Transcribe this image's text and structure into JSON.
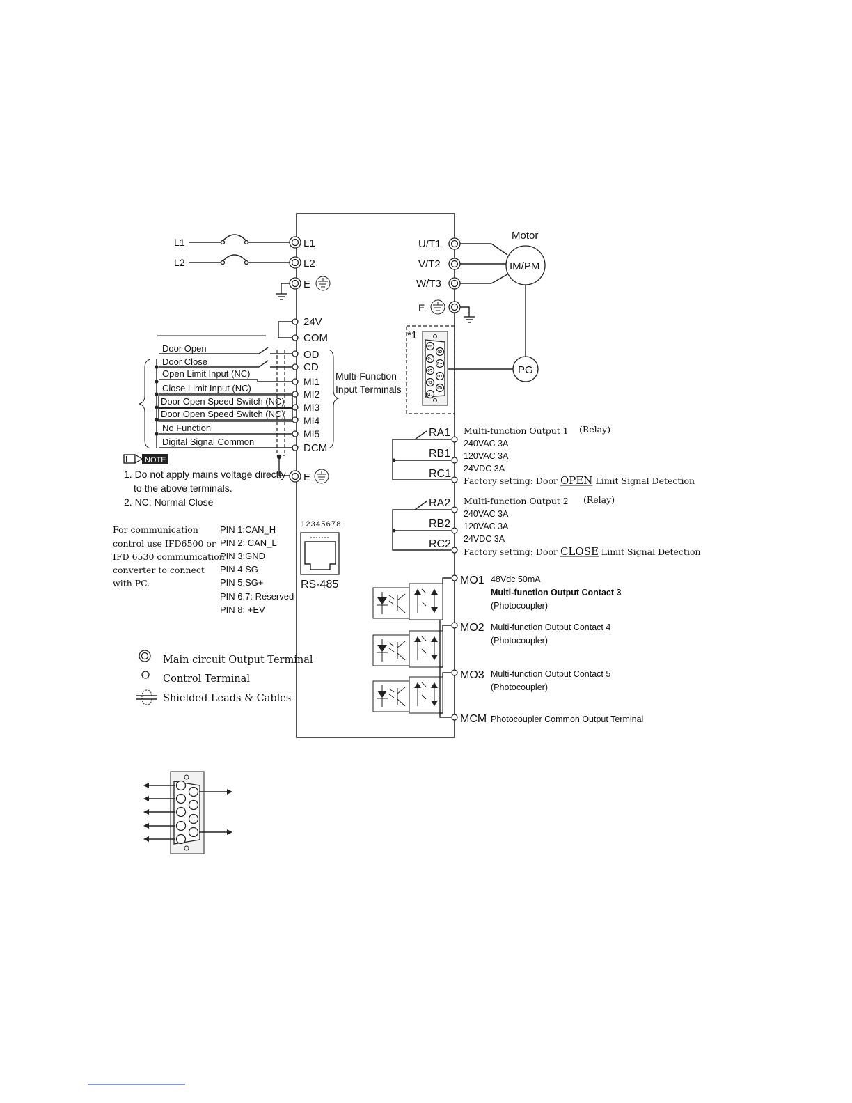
{
  "power": {
    "src_l1": "L1",
    "src_l2": "L2",
    "term_l1": "L1",
    "term_l2": "L2",
    "term_e": "E"
  },
  "control": {
    "v24": "24V",
    "com": "COM",
    "inputs": [
      {
        "label": "Door Open",
        "terminal": "OD"
      },
      {
        "label": "Door Close",
        "terminal": "CD"
      },
      {
        "label": "Open Limit Input (NC)",
        "terminal": "MI1"
      },
      {
        "label": "Close Limit Input (NC)",
        "terminal": "MI2"
      },
      {
        "label": "Door Open Speed Switch (NC)",
        "terminal": "MI3"
      },
      {
        "label": "Door Open Speed Switch (NC)",
        "terminal": "MI4"
      },
      {
        "label": "No Function",
        "terminal": "MI5"
      },
      {
        "label": "Digital Signal Common",
        "terminal": "DCM"
      }
    ],
    "mf_title_1": "Multi-Function",
    "mf_title_2": "Input Terminals",
    "e_bottom": "E"
  },
  "note": {
    "badge": "NOTE",
    "line1": "1. Do not apply mains voltage directly",
    "line2": "to the above terminals.",
    "line3": "2. NC: Normal Close"
  },
  "comm": {
    "lines": [
      "For communication",
      "control use IFD6500 or",
      "IFD 6530 communication",
      "converter to connect",
      "with PC."
    ],
    "pins": [
      "PIN 1:CAN_H",
      "PIN 2: CAN_L",
      "PIN 3:GND",
      "PIN 4:SG-",
      "PIN 5:SG+",
      "PIN 6,7: Reserved",
      "PIN 8: +EV"
    ],
    "rj_numbers": "12345678",
    "rj_label": "RS-485"
  },
  "motor": {
    "title": "Motor",
    "label": "IM/PM",
    "u": "U/T1",
    "v": "V/T2",
    "w": "W/T3",
    "e": "E",
    "pg": "PG"
  },
  "encoder": {
    "mark": "*1",
    "pins_top": [
      "1",
      "2",
      "3",
      "4",
      "5"
    ],
    "pins_bottom": [
      "6",
      "7",
      "8",
      "9"
    ]
  },
  "relay1": {
    "ra": "RA1",
    "rb": "RB1",
    "rc": "RC1",
    "title": "Multi-function Output 1",
    "relay": "(Relay)",
    "r1": "240VAC 3A",
    "r2": "120VAC 3A",
    "r3": "24VDC 3A",
    "factory_pre": "Factory setting: Door ",
    "factory_key": "OPEN",
    "factory_post": " Limit Signal Detection"
  },
  "relay2": {
    "ra": "RA2",
    "rb": "RB2",
    "rc": "RC2",
    "title": "Multi-function Output 2",
    "relay": "(Relay)",
    "r1": "240VAC 3A",
    "r2": "120VAC 3A",
    "r3": "24VDC 3A",
    "factory_pre": "Factory setting: Door ",
    "factory_key": "CLOSE",
    "factory_post": " Limit Signal Detection"
  },
  "photo": {
    "mo1": "MO1",
    "mo1_rating": "48Vdc 50mA",
    "mo1_desc": "Multi-function Output Contact 3",
    "mo1_type": "(Photocoupler)",
    "mo2": "MO2",
    "mo2_desc": "Multi-function Output Contact 4",
    "mo2_type": "(Photocoupler)",
    "mo3": "MO3",
    "mo3_desc": "Multi-function Output Contact 5",
    "mo3_type": "(Photocoupler)",
    "mcm": "MCM",
    "mcm_desc": "Photocoupler Common Output Terminal"
  },
  "legend": {
    "main": "Main circuit Output Terminal",
    "control": "Control Terminal",
    "shield": "Shielded Leads & Cables"
  }
}
